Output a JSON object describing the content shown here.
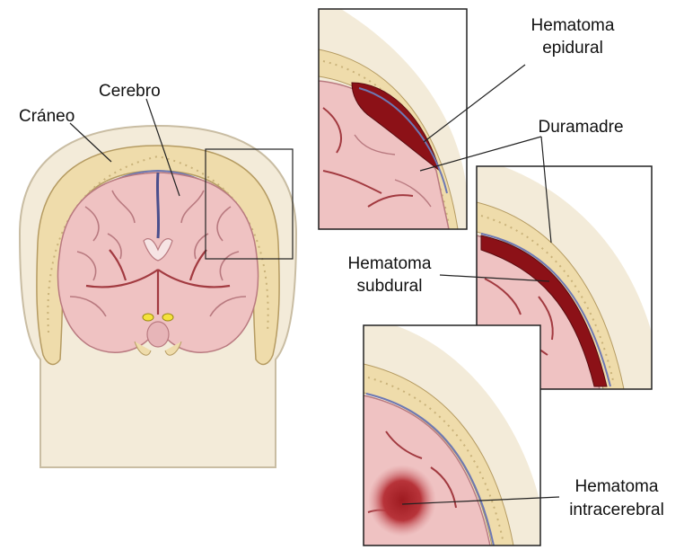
{
  "labels": {
    "skull": "Cráneo",
    "brain": "Cerebro",
    "epidural_line1": "Hematoma",
    "epidural_line2": "epidural",
    "dura": "Duramadre",
    "subdural_line1": "Hematoma",
    "subdural_line2": "subdural",
    "intracerebral_line1": "Hematoma",
    "intracerebral_line2": "intracerebral"
  },
  "colors": {
    "skin": "#f3ebd9",
    "skin_outline": "#c9bda3",
    "bone": "#efdcab",
    "bone_dots": "#c9b27a",
    "dura_line": "#6d78b4",
    "brain": "#efc2c2",
    "brain_outline": "#b97a80",
    "sulcus": "#a23a40",
    "blood": "#8c1117",
    "blood_light": "#c4474b",
    "bg": "#ffffff"
  }
}
